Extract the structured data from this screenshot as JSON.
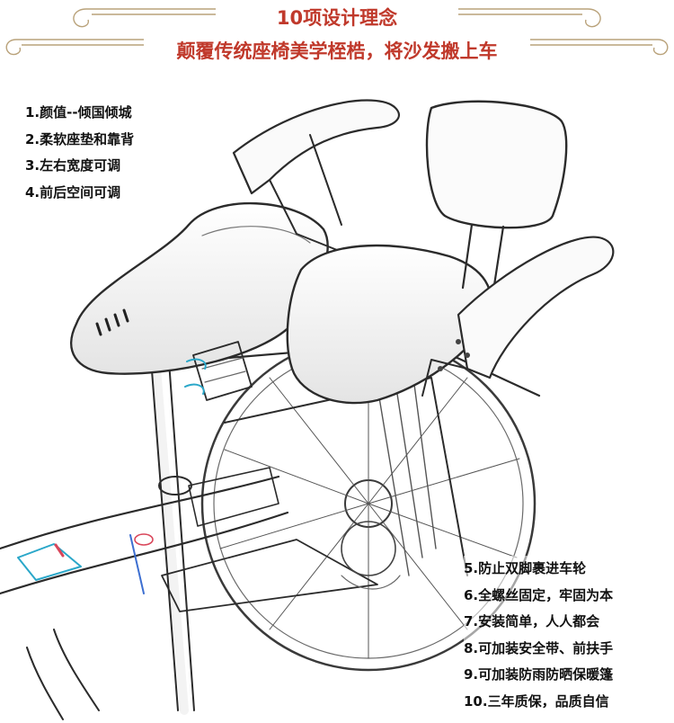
{
  "header": {
    "title": "10项设计理念",
    "subtitle": "颠覆传统座椅美学桎梏，将沙发搬上车",
    "title_color": "#c0392b",
    "subtitle_color": "#c0392b",
    "ornament_color": "#b9a27a"
  },
  "features_left": [
    "1.颜值--倾国倾城",
    "2.柔软座垫和靠背",
    "3.左右宽度可调",
    "4.前后空间可调"
  ],
  "features_right": [
    "5.防止双脚裹进车轮",
    "6.全螺丝固定，牢固为本",
    "7.安装简单，人人都会",
    "8.可加装安全带、前扶手",
    "9.可加装防雨防晒保暖篷",
    "10.三年质保，品质自信"
  ],
  "illustration": {
    "icon": "bicycle-rear-seat-sketch",
    "accent_colors": [
      "#2aa7c9",
      "#d9465a",
      "#3d6fd1"
    ]
  }
}
